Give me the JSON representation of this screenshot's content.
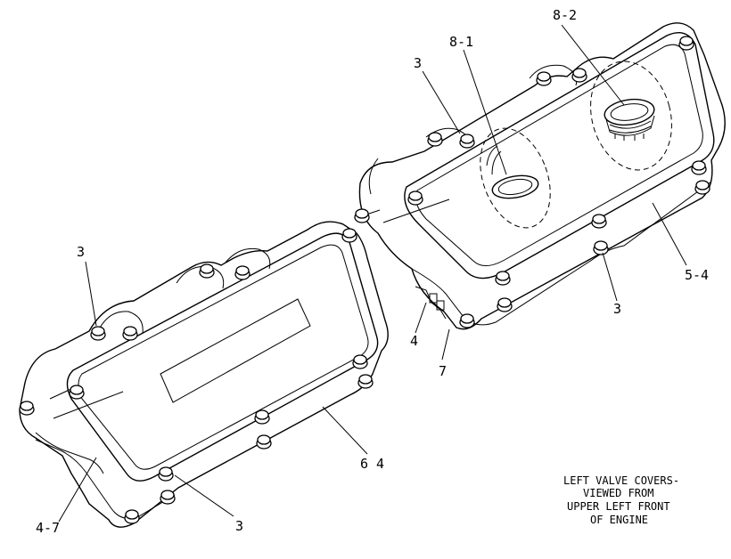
{
  "callouts": {
    "breather_tube_right": "8-1",
    "oil_fill_cap_right": "8-2",
    "bolt_right_top": "3",
    "bolt_right_bottom": "3",
    "cover_right": "5-4",
    "part_4": "4",
    "part_7": "7",
    "bolt_left_top": "3",
    "bolt_left_bottom": "3",
    "cover_left": "6 4",
    "gasket_left": "4-7"
  },
  "caption": {
    "line1": "LEFT VALVE COVERS-",
    "line2": "VIEWED FROM",
    "line3": "UPPER LEFT FRONT",
    "line4": "OF ENGINE"
  }
}
